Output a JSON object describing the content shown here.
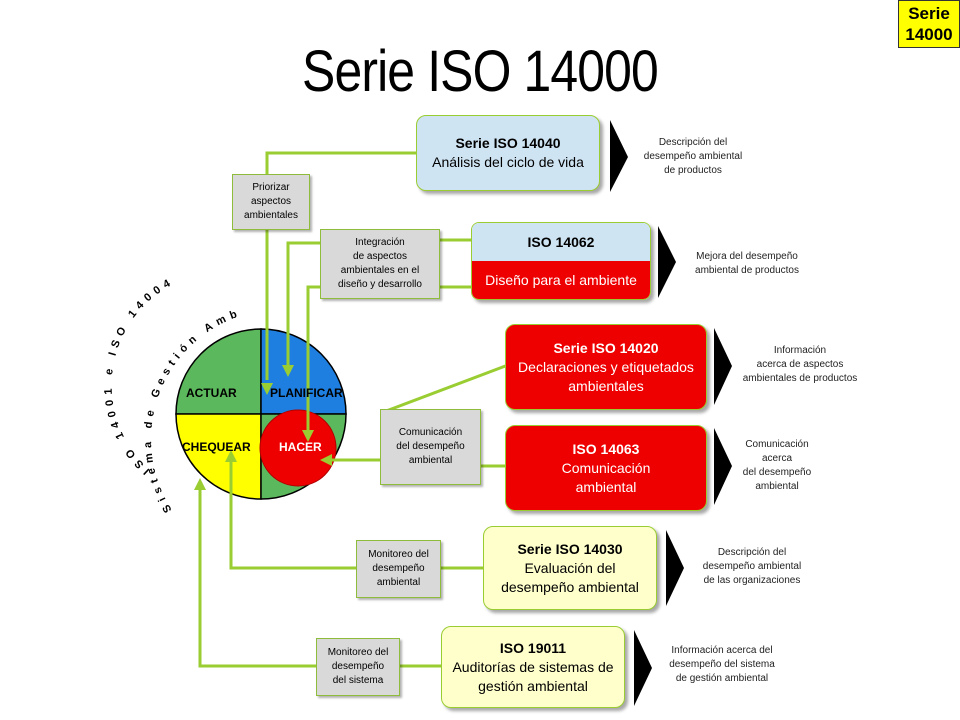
{
  "title": "Serie ISO 14000",
  "badge": {
    "line1": "Serie",
    "line2": "14000"
  },
  "arc": {
    "line1": "ISO 14001 e ISO 14004",
    "line2": "Sistema de Gestión Ambiental"
  },
  "pdca": {
    "actuar": "ACTUAR",
    "planificar": "PLANIFICAR",
    "chequear": "CHEQUEAR",
    "hacer": "HACER"
  },
  "standards": [
    {
      "code": "Serie ISO 14040",
      "name": "Análisis del ciclo de vida",
      "desc": [
        "Descripción del",
        "desempeño ambiental",
        "de productos"
      ]
    },
    {
      "code": "ISO 14062",
      "name": "Diseño para el ambiente",
      "desc": [
        "Mejora del desempeño",
        "ambiental de productos"
      ]
    },
    {
      "code": "Serie ISO 14020",
      "name": "Declaraciones y etiquetados ambientales",
      "desc": [
        "Información",
        "acerca de aspectos",
        "ambientales de productos"
      ]
    },
    {
      "code": "ISO 14063",
      "name": "Comunicación ambiental",
      "desc": [
        "Comunicación",
        "acerca",
        "del desempeño",
        "ambiental"
      ]
    },
    {
      "code": "Serie ISO 14030",
      "name": "Evaluación del desempeño ambiental",
      "desc": [
        "Descripción del",
        "desempeño ambiental",
        "de las organizaciones"
      ]
    },
    {
      "code": "ISO 19011",
      "name": "Auditorías de sistemas de gestión ambiental",
      "desc": [
        "Información acerca del",
        "desempeño del sistema",
        "de gestión ambiental"
      ]
    }
  ],
  "links": [
    {
      "label": [
        "Priorizar",
        "aspectos",
        "ambientales"
      ]
    },
    {
      "label": [
        "Integración",
        "de aspectos",
        "ambientales en el",
        "diseño y desarrollo"
      ]
    },
    {
      "label": [
        "Comunicación",
        "del desempeño",
        "ambiental"
      ]
    },
    {
      "label": [
        "Monitoreo del",
        "desempeño",
        "ambiental"
      ]
    },
    {
      "label": [
        "Monitoreo del",
        "desempeño",
        "del sistema"
      ]
    }
  ],
  "colors": {
    "green": "#5cb85c",
    "blue": "#1e7fe0",
    "yellow": "#ffff00",
    "red": "#ee0000",
    "connector": "#9acd32"
  }
}
